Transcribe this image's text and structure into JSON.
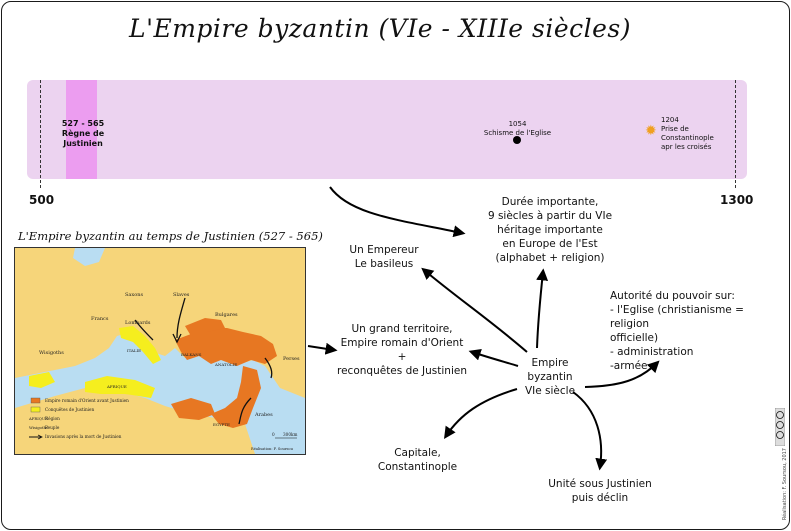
{
  "title": "L'Empire byzantin (VIe - XIIIe siècles)",
  "timeline": {
    "start_year": "500",
    "end_year": "1300",
    "reign": {
      "years": "527 - 565",
      "label_1": "Règne de",
      "label_2": "Justinien"
    },
    "event_1054": {
      "year": "1054",
      "label": "Schisme de l'Eglise"
    },
    "event_1204": {
      "year": "1204",
      "label_1": "Prise de",
      "label_2": "Constantinople",
      "label_3": "apr les croisés"
    }
  },
  "map": {
    "caption": "L'Empire byzantin au temps de Justinien (527 - 565)",
    "places": {
      "saxons": "Saxons",
      "slaves": "Slaves",
      "francs": "Francs",
      "bulgares": "Bulgares",
      "lombards": "Lombards",
      "wisigoths": "Wisigoths",
      "perses": "Perses",
      "arabes": "Arabes",
      "balkans": "BALKANS",
      "anatolie": "ANATOLIE",
      "egypte": "EGYPTE",
      "afrique": "AFRIQUE",
      "italie": "ITALIE"
    },
    "legend": {
      "empire": "Empire romain d'Orient avant Justinien",
      "conquests": "Conquêtes de Justinien",
      "region_key": "AFRIQUE",
      "region": "Région",
      "people_key": "Wisigoths",
      "people": "Peuple",
      "invasions": "Invasions après la mort de Justinien"
    },
    "scale": "300km",
    "scale_zero": "0",
    "author": "Réalisation: F. Soursou",
    "colors": {
      "sea": "#b9ddf2",
      "land": "#f6d57a",
      "empire": "#e77722",
      "conquest": "#f5ee1e"
    }
  },
  "nodes": {
    "center": [
      "Empire",
      "byzantin",
      "VIe siècle"
    ],
    "duration": [
      "Durée importante,",
      "9 siècles à partir du VIe",
      "héritage importante",
      "en Europe de l'Est",
      "(alphabet + religion)"
    ],
    "emperor": [
      "Un Empereur",
      "Le basileus"
    ],
    "territory": [
      "Un grand territoire,",
      "Empire romain d'Orient",
      "+",
      "reconquêtes de Justinien"
    ],
    "authority": [
      "Autorité du pouvoir sur:",
      "- l'Eglise (christianisme = religion",
      "officielle)",
      "- administration",
      "-armée"
    ],
    "capital": [
      "Capitale,",
      "Constantinople"
    ],
    "unity": [
      "Unité sous Justinien",
      "puis déclin"
    ]
  },
  "credit": "Réalisation: F. Soursou, 2017"
}
